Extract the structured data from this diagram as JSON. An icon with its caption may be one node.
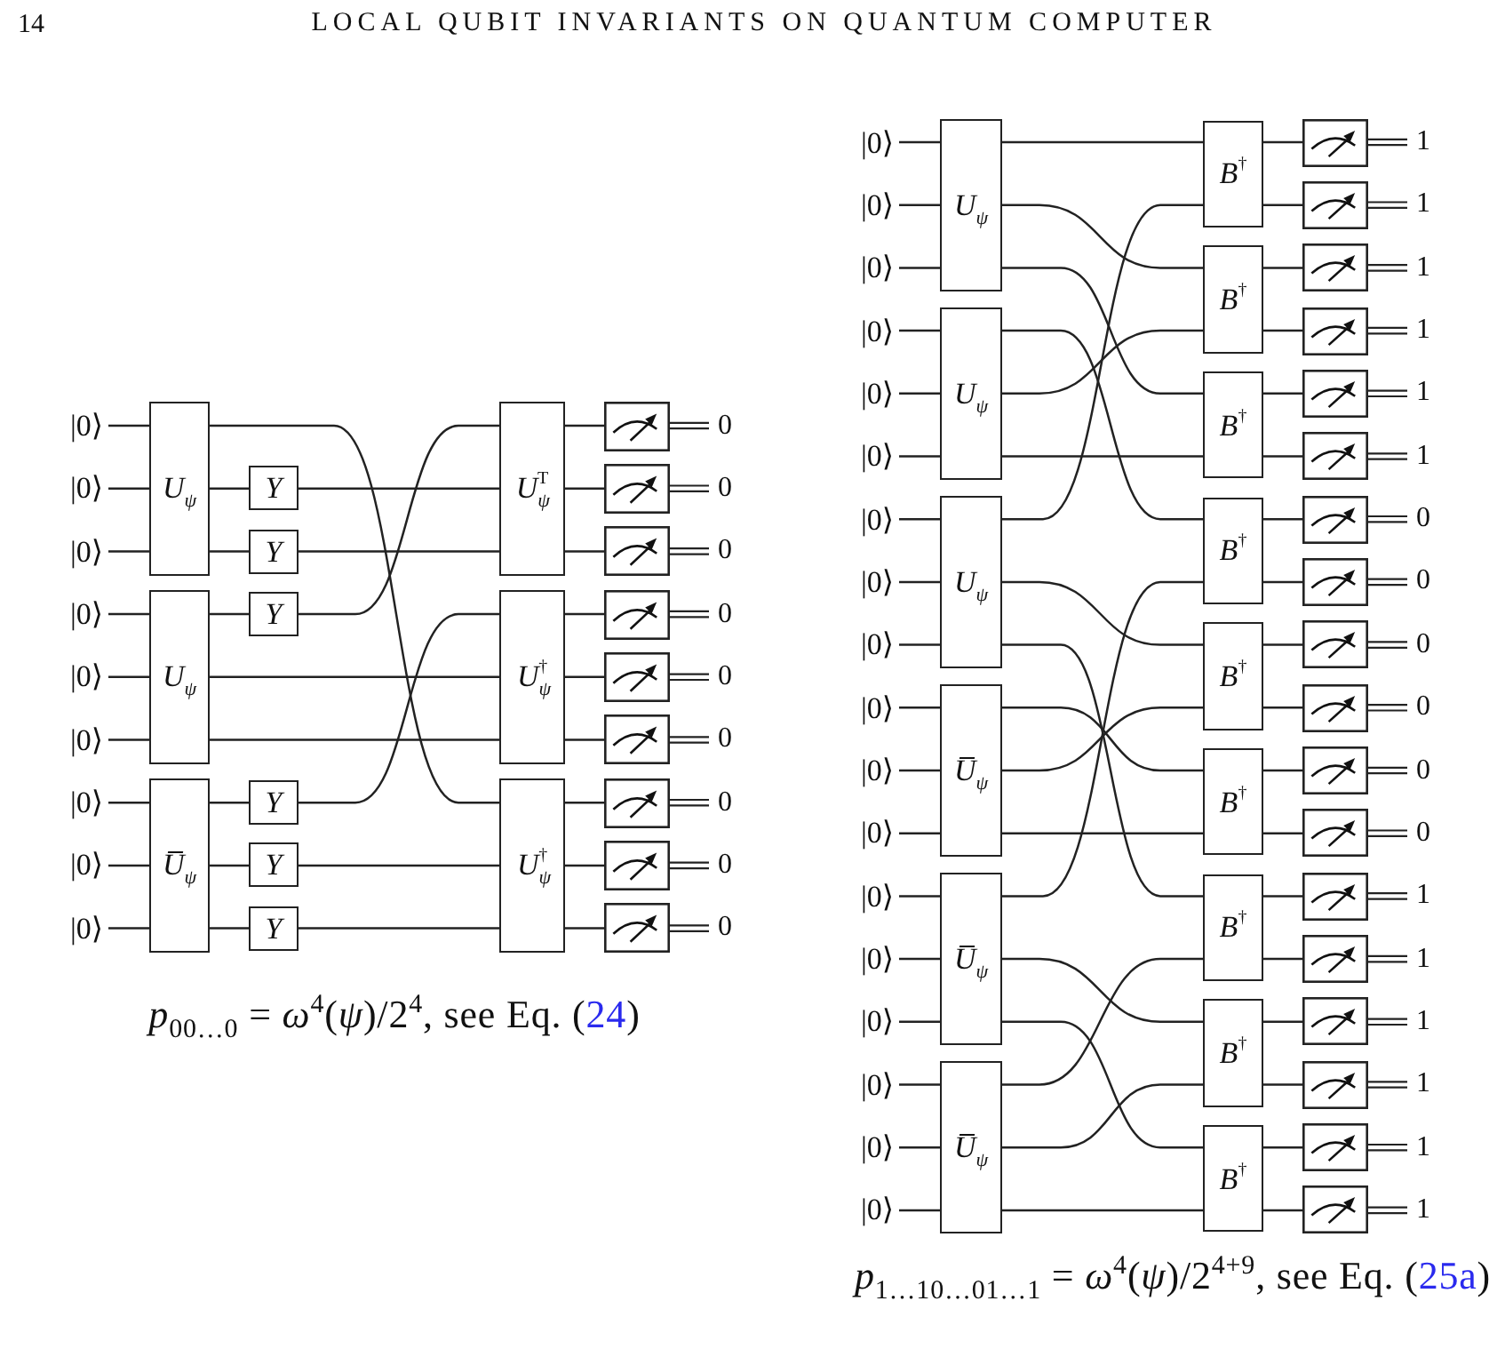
{
  "diagram": {
    "nodes": [
      {
        "text": [
          "|0⟩"
        ]
      },
      {
        "text": [
          "|0⟩"
        ]
      },
      {
        "text": [
          "|0⟩"
        ]
      },
      {
        "text": [
          "|0⟩"
        ]
      },
      {
        "text": [
          "|0⟩"
        ]
      },
      {
        "text": [
          "|0⟩"
        ]
      },
      {
        "text": [
          "|0⟩"
        ]
      },
      {
        "text": [
          "|0⟩"
        ]
      },
      {
        "text": [
          "|0⟩"
        ]
      },
      {
        "text": [
          "U$_{ψ}$"
        ]
      },
      {
        "text": [
          "U$_{ψ}$"
        ]
      },
      {
        "text": [
          "U̅$_{ψ}$"
        ]
      },
      {
        "text": [
          "Y"
        ]
      },
      {
        "text": [
          "Y"
        ]
      },
      {
        "text": [
          "Y"
        ]
      },
      {
        "text": [
          "Y"
        ]
      },
      {
        "text": [
          "Y"
        ]
      },
      {
        "text": [
          "Y"
        ]
      },
      {
        "text": [
          "U$_{ψ}$$^{T}$"
        ]
      },
      {
        "text": [
          "U$_{ψ}$$^{†}$"
        ]
      },
      {
        "text": [
          "U$_{ψ}$$^{†}$"
        ]
      },
      {
        "text": [],
        "shape": "meter"
      },
      {
        "text": [],
        "shape": "meter"
      },
      {
        "text": [],
        "shape": "meter"
      },
      {
        "text": [],
        "shape": "meter"
      },
      {
        "text": [],
        "shape": "meter"
      },
      {
        "text": [],
        "shape": "meter"
      },
      {
        "text": [],
        "shape": "meter"
      },
      {
        "text": [],
        "shape": "meter"
      },
      {
        "text": [],
        "shape": "meter"
      },
      {
        "text": [
          "0"
        ]
      },
      {
        "text": [
          "0"
        ]
      },
      {
        "text": [
          "0"
        ]
      },
      {
        "text": [
          "0"
        ]
      },
      {
        "text": [
          "0"
        ]
      },
      {
        "text": [
          "0"
        ]
      },
      {
        "text": [
          "0"
        ]
      },
      {
        "text": [
          "0"
        ]
      },
      {
        "text": [
          "0"
        ]
      },
      {
        "text": [
          "|0⟩"
        ]
      },
      {
        "text": [
          "|0⟩"
        ]
      },
      {
        "text": [
          "|0⟩"
        ]
      },
      {
        "text": [
          "|0⟩"
        ]
      },
      {
        "text": [
          "|0⟩"
        ]
      },
      {
        "text": [
          "|0⟩"
        ]
      },
      {
        "text": [
          "|0⟩"
        ]
      },
      {
        "text": [
          "|0⟩"
        ]
      },
      {
        "text": [
          "|0⟩"
        ]
      },
      {
        "text": [
          "|0⟩"
        ]
      },
      {
        "text": [
          "|0⟩"
        ]
      },
      {
        "text": [
          "|0⟩"
        ]
      },
      {
        "text": [
          "|0⟩"
        ]
      },
      {
        "text": [
          "|0⟩"
        ]
      },
      {
        "text": [
          "|0⟩"
        ]
      },
      {
        "text": [
          "|0⟩"
        ]
      },
      {
        "text": [
          "|0⟩"
        ]
      },
      {
        "text": [
          "|0⟩"
        ]
      },
      {
        "text": [
          "U$_{ψ}$"
        ]
      },
      {
        "text": [
          "U$_{ψ}$"
        ]
      },
      {
        "text": [
          "U$_{ψ}$"
        ]
      },
      {
        "text": [
          "U̅$_{ψ}$"
        ]
      },
      {
        "text": [
          "U̅$_{ψ}$"
        ]
      },
      {
        "text": [
          "U̅$_{ψ}$"
        ]
      },
      {
        "text": [
          "B$^{†}$"
        ]
      },
      {
        "text": [
          "B$^{†}$"
        ]
      },
      {
        "text": [
          "B$^{†}$"
        ]
      },
      {
        "text": [
          "B$^{†}$"
        ]
      },
      {
        "text": [
          "B$^{†}$"
        ]
      },
      {
        "text": [
          "B$^{†}$"
        ]
      },
      {
        "text": [
          "B$^{†}$"
        ]
      },
      {
        "text": [
          "B$^{†}$"
        ]
      },
      {
        "text": [
          "B$^{†}$"
        ]
      },
      {
        "text": [],
        "shape": "meter"
      },
      {
        "text": [],
        "shape": "meter"
      },
      {
        "text": [],
        "shape": "meter"
      },
      {
        "text": [],
        "shape": "meter"
      },
      {
        "text": [],
        "shape": "meter"
      },
      {
        "text": [],
        "shape": "meter"
      },
      {
        "text": [],
        "shape": "meter"
      },
      {
        "text": [],
        "shape": "meter"
      },
      {
        "text": [],
        "shape": "meter"
      },
      {
        "text": [],
        "shape": "meter"
      },
      {
        "text": [],
        "shape": "meter"
      },
      {
        "text": [],
        "shape": "meter"
      },
      {
        "text": [],
        "shape": "meter"
      },
      {
        "text": [],
        "shape": "meter"
      },
      {
        "text": [],
        "shape": "meter"
      },
      {
        "text": [],
        "shape": "meter"
      },
      {
        "text": [],
        "shape": "meter"
      },
      {
        "text": [],
        "shape": "meter"
      },
      {
        "text": [
          "1"
        ]
      },
      {
        "text": [
          "1"
        ]
      },
      {
        "text": [
          "1"
        ]
      },
      {
        "text": [
          "1"
        ]
      },
      {
        "text": [
          "1"
        ]
      },
      {
        "text": [
          "1"
        ]
      },
      {
        "text": [
          "0"
        ]
      },
      {
        "text": [
          "0"
        ]
      },
      {
        "text": [
          "0"
        ]
      },
      {
        "text": [
          "0"
        ]
      },
      {
        "text": [
          "0"
        ]
      },
      {
        "text": [
          "0"
        ]
      },
      {
        "text": [
          "1"
        ]
      },
      {
        "text": [
          "1"
        ]
      },
      {
        "text": [
          "1"
        ]
      },
      {
        "text": [
          "1"
        ]
      },
      {
        "text": [
          "1"
        ]
      },
      {
        "text": [
          "1"
        ]
      }
    ],
    "edges": [
      {
        "from": 0,
        "to": 9,
        "arrow": "none"
      },
      {
        "from": 1,
        "to": 9,
        "arrow": "none"
      },
      {
        "from": 2,
        "to": 9,
        "arrow": "none"
      },
      {
        "from": 3,
        "to": 10,
        "arrow": "none"
      },
      {
        "from": 4,
        "to": 10,
        "arrow": "none"
      },
      {
        "from": 5,
        "to": 10,
        "arrow": "none"
      },
      {
        "from": 6,
        "to": 11,
        "arrow": "none"
      },
      {
        "from": 7,
        "to": 11,
        "arrow": "none"
      },
      {
        "from": 8,
        "to": 11,
        "arrow": "none"
      },
      {
        "from": 9,
        "to": 12,
        "arrow": "none"
      },
      {
        "from": 9,
        "to": 13,
        "arrow": "none"
      },
      {
        "from": 10,
        "to": 14,
        "arrow": "none"
      },
      {
        "from": 11,
        "to": 15,
        "arrow": "none"
      },
      {
        "from": 11,
        "to": 16,
        "arrow": "none"
      },
      {
        "from": 11,
        "to": 17,
        "arrow": "none"
      },
      {
        "from": 9,
        "to": 20,
        "arrow": "none"
      },
      {
        "from": 12,
        "to": 18,
        "arrow": "none"
      },
      {
        "from": 13,
        "to": 18,
        "arrow": "none"
      },
      {
        "from": 14,
        "to": 18,
        "arrow": "none"
      },
      {
        "from": 10,
        "to": 19,
        "arrow": "none"
      },
      {
        "from": 10,
        "to": 19,
        "arrow": "none"
      },
      {
        "from": 15,
        "to": 19,
        "arrow": "none"
      },
      {
        "from": 16,
        "to": 20,
        "arrow": "none"
      },
      {
        "from": 17,
        "to": 20,
        "arrow": "none"
      },
      {
        "from": 18,
        "to": 21,
        "arrow": "none"
      },
      {
        "from": 18,
        "to": 22,
        "arrow": "none"
      },
      {
        "from": 18,
        "to": 23,
        "arrow": "none"
      },
      {
        "from": 19,
        "to": 24,
        "arrow": "none"
      },
      {
        "from": 19,
        "to": 25,
        "arrow": "none"
      },
      {
        "from": 19,
        "to": 26,
        "arrow": "none"
      },
      {
        "from": 20,
        "to": 27,
        "arrow": "none"
      },
      {
        "from": 20,
        "to": 28,
        "arrow": "none"
      },
      {
        "from": 20,
        "to": 29,
        "arrow": "none"
      },
      {
        "from": 21,
        "to": 30,
        "arrow": "none"
      },
      {
        "from": 22,
        "to": 31,
        "arrow": "none"
      },
      {
        "from": 23,
        "to": 32,
        "arrow": "none"
      },
      {
        "from": 24,
        "to": 33,
        "arrow": "none"
      },
      {
        "from": 25,
        "to": 34,
        "arrow": "none"
      },
      {
        "from": 26,
        "to": 35,
        "arrow": "none"
      },
      {
        "from": 27,
        "to": 36,
        "arrow": "none"
      },
      {
        "from": 28,
        "to": 37,
        "arrow": "none"
      },
      {
        "from": 29,
        "to": 38,
        "arrow": "none"
      },
      {
        "from": 39,
        "to": 57,
        "arrow": "none"
      },
      {
        "from": 40,
        "to": 57,
        "arrow": "none"
      },
      {
        "from": 41,
        "to": 57,
        "arrow": "none"
      },
      {
        "from": 42,
        "to": 58,
        "arrow": "none"
      },
      {
        "from": 43,
        "to": 58,
        "arrow": "none"
      },
      {
        "from": 44,
        "to": 58,
        "arrow": "none"
      },
      {
        "from": 45,
        "to": 59,
        "arrow": "none"
      },
      {
        "from": 46,
        "to": 59,
        "arrow": "none"
      },
      {
        "from": 47,
        "to": 59,
        "arrow": "none"
      },
      {
        "from": 48,
        "to": 60,
        "arrow": "none"
      },
      {
        "from": 49,
        "to": 60,
        "arrow": "none"
      },
      {
        "from": 50,
        "to": 60,
        "arrow": "none"
      },
      {
        "from": 51,
        "to": 61,
        "arrow": "none"
      },
      {
        "from": 52,
        "to": 61,
        "arrow": "none"
      },
      {
        "from": 53,
        "to": 61,
        "arrow": "none"
      },
      {
        "from": 54,
        "to": 62,
        "arrow": "none"
      },
      {
        "from": 55,
        "to": 62,
        "arrow": "none"
      },
      {
        "from": 56,
        "to": 62,
        "arrow": "none"
      },
      {
        "from": 57,
        "to": 63,
        "arrow": "none"
      },
      {
        "from": 57,
        "to": 64,
        "arrow": "none"
      },
      {
        "from": 57,
        "to": 65,
        "arrow": "none"
      },
      {
        "from": 58,
        "to": 66,
        "arrow": "none"
      },
      {
        "from": 58,
        "to": 64,
        "arrow": "none"
      },
      {
        "from": 58,
        "to": 65,
        "arrow": "none"
      },
      {
        "from": 59,
        "to": 63,
        "arrow": "none"
      },
      {
        "from": 59,
        "to": 67,
        "arrow": "none"
      },
      {
        "from": 59,
        "to": 69,
        "arrow": "none"
      },
      {
        "from": 60,
        "to": 68,
        "arrow": "none"
      },
      {
        "from": 60,
        "to": 67,
        "arrow": "none"
      },
      {
        "from": 60,
        "to": 68,
        "arrow": "none"
      },
      {
        "from": 61,
        "to": 66,
        "arrow": "none"
      },
      {
        "from": 61,
        "to": 70,
        "arrow": "none"
      },
      {
        "from": 61,
        "to": 71,
        "arrow": "none"
      },
      {
        "from": 62,
        "to": 69,
        "arrow": "none"
      },
      {
        "from": 62,
        "to": 70,
        "arrow": "none"
      },
      {
        "from": 62,
        "to": 71,
        "arrow": "none"
      },
      {
        "from": 63,
        "to": 72,
        "arrow": "none"
      },
      {
        "from": 63,
        "to": 73,
        "arrow": "none"
      },
      {
        "from": 64,
        "to": 74,
        "arrow": "none"
      },
      {
        "from": 64,
        "to": 75,
        "arrow": "none"
      },
      {
        "from": 65,
        "to": 76,
        "arrow": "none"
      },
      {
        "from": 65,
        "to": 77,
        "arrow": "none"
      },
      {
        "from": 66,
        "to": 78,
        "arrow": "none"
      },
      {
        "from": 66,
        "to": 79,
        "arrow": "none"
      },
      {
        "from": 67,
        "to": 80,
        "arrow": "none"
      },
      {
        "from": 67,
        "to": 81,
        "arrow": "none"
      },
      {
        "from": 68,
        "to": 82,
        "arrow": "none"
      },
      {
        "from": 68,
        "to": 83,
        "arrow": "none"
      },
      {
        "from": 69,
        "to": 84,
        "arrow": "none"
      },
      {
        "from": 69,
        "to": 85,
        "arrow": "none"
      },
      {
        "from": 70,
        "to": 86,
        "arrow": "none"
      },
      {
        "from": 70,
        "to": 87,
        "arrow": "none"
      },
      {
        "from": 71,
        "to": 88,
        "arrow": "none"
      },
      {
        "from": 71,
        "to": 89,
        "arrow": "none"
      },
      {
        "from": 72,
        "to": 90,
        "arrow": "none"
      },
      {
        "from": 73,
        "to": 91,
        "arrow": "none"
      },
      {
        "from": 74,
        "to": 92,
        "arrow": "none"
      },
      {
        "from": 75,
        "to": 93,
        "arrow": "none"
      },
      {
        "from": 76,
        "to": 94,
        "arrow": "none"
      },
      {
        "from": 77,
        "to": 95,
        "arrow": "none"
      },
      {
        "from": 78,
        "to": 96,
        "arrow": "none"
      },
      {
        "from": 79,
        "to": 97,
        "arrow": "none"
      },
      {
        "from": 80,
        "to": 98,
        "arrow": "none"
      },
      {
        "from": 81,
        "to": 99,
        "arrow": "none"
      },
      {
        "from": 82,
        "to": 100,
        "arrow": "none"
      },
      {
        "from": 83,
        "to": 101,
        "arrow": "none"
      },
      {
        "from": 84,
        "to": 102,
        "arrow": "none"
      },
      {
        "from": 85,
        "to": 103,
        "arrow": "none"
      },
      {
        "from": 86,
        "to": 104,
        "arrow": "none"
      },
      {
        "from": 87,
        "to": 105,
        "arrow": "none"
      },
      {
        "from": 88,
        "to": 106,
        "arrow": "none"
      },
      {
        "from": 89,
        "to": 107,
        "arrow": "none"
      }
    ],
    "labels": [
      "14",
      "LOCAL QUBIT INVARIANTS ON QUANTUM COMPUTER",
      "*p*$_{00…0}$ = *ω*$^{4}$(*ψ*)/2$^{4}$, see Eq. (24)",
      "*p*$_{1…10…01…1}$ = *ω*$^{4}$(*ψ*)/2$^{4+9}$, see Eq. (25a)"
    ]
  }
}
